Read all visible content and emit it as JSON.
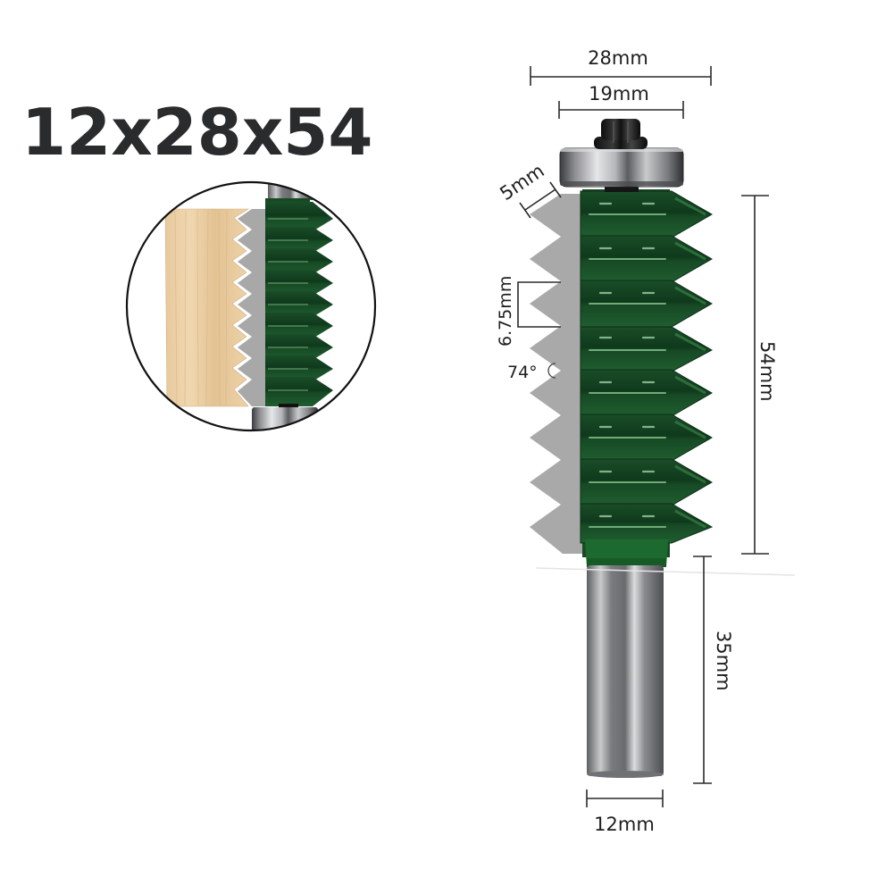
{
  "title": "12x28x54",
  "colors": {
    "cutter_green": "#1f5a2e",
    "cutter_green_dark": "#133d1f",
    "cutter_highlight": "#3f8a4e",
    "profile_gray": "#a9a9a9",
    "wood": "#e6c79c",
    "steel": "#9a9a9c",
    "text": "#2a2b2d"
  },
  "dimensions": {
    "overall_diameter": "28mm",
    "bearing_diameter": "19mm",
    "tooth_depth": "5mm",
    "tooth_pitch": "6.75mm",
    "tooth_angle": "74°",
    "cutting_height": "54mm",
    "shank_length": "35mm",
    "shank_diameter": "12mm"
  },
  "inset": {
    "description": "finger joint profile cut into wood board"
  },
  "teeth_count": 8
}
